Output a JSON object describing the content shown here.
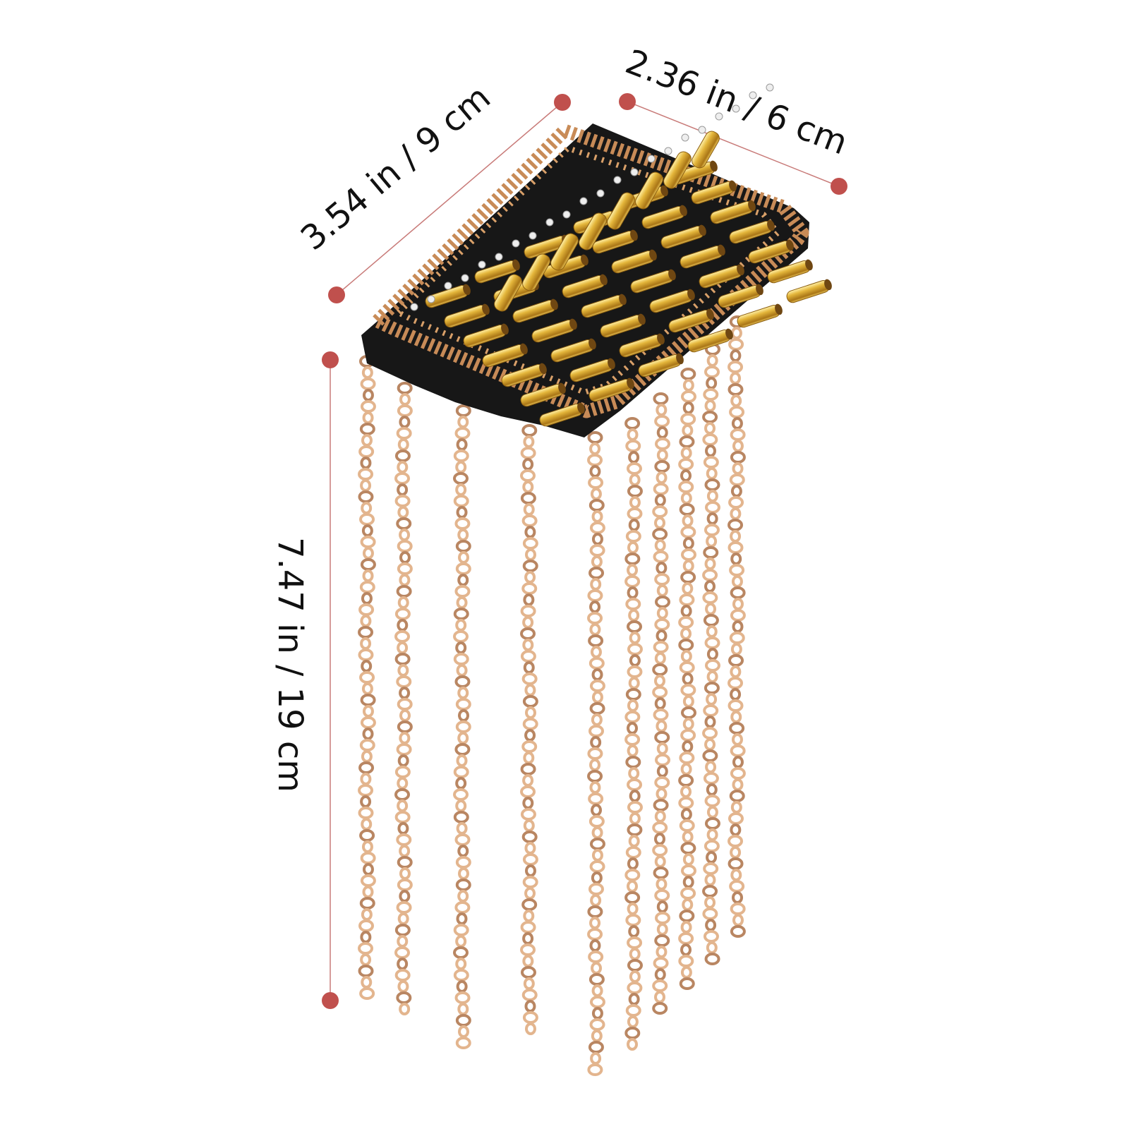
{
  "dimensions": {
    "diagonal_width": "3.54 in / 9 cm",
    "depth": "2.36 in / 6 cm",
    "height": "7.47 in / 19 cm"
  },
  "colors": {
    "marker": "#c0504d",
    "marker_line": "#c87a78",
    "felt": "#1b1b1b",
    "gold_tube": "#d9a92f",
    "gold_tube_highlight": "#f6d768",
    "bead": "#c58a58",
    "chain": "#e3b58e",
    "chain_shadow": "#b98662",
    "text": "#111111"
  },
  "icons": {
    "marker": "dimension-end-dot",
    "product": "tassel-epaulette-image"
  }
}
